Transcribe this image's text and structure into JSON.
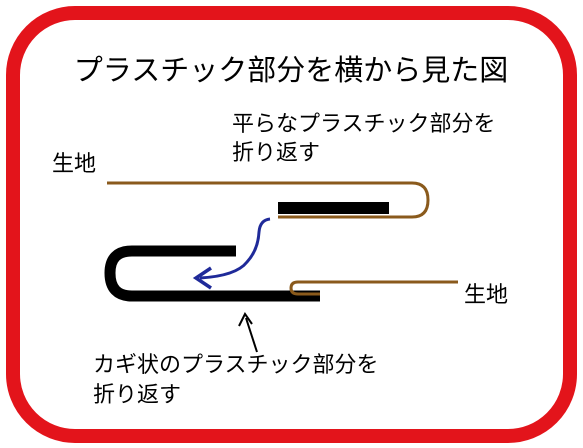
{
  "title": "プラスチック部分を横から見た図",
  "labels": {
    "fabric_left": "生地",
    "fabric_right": "生地",
    "top_note_line1": "平らなプラスチック部分を",
    "top_note_line2": "折り返す",
    "bottom_note_line1": "カギ状のプラスチック部分を",
    "bottom_note_line2": "折り返す"
  },
  "colors": {
    "frame": "#e3141b",
    "fabric": "#8a5a1c",
    "plastic": "#000000",
    "arrow": "#1f2a99",
    "text": "#000000"
  }
}
